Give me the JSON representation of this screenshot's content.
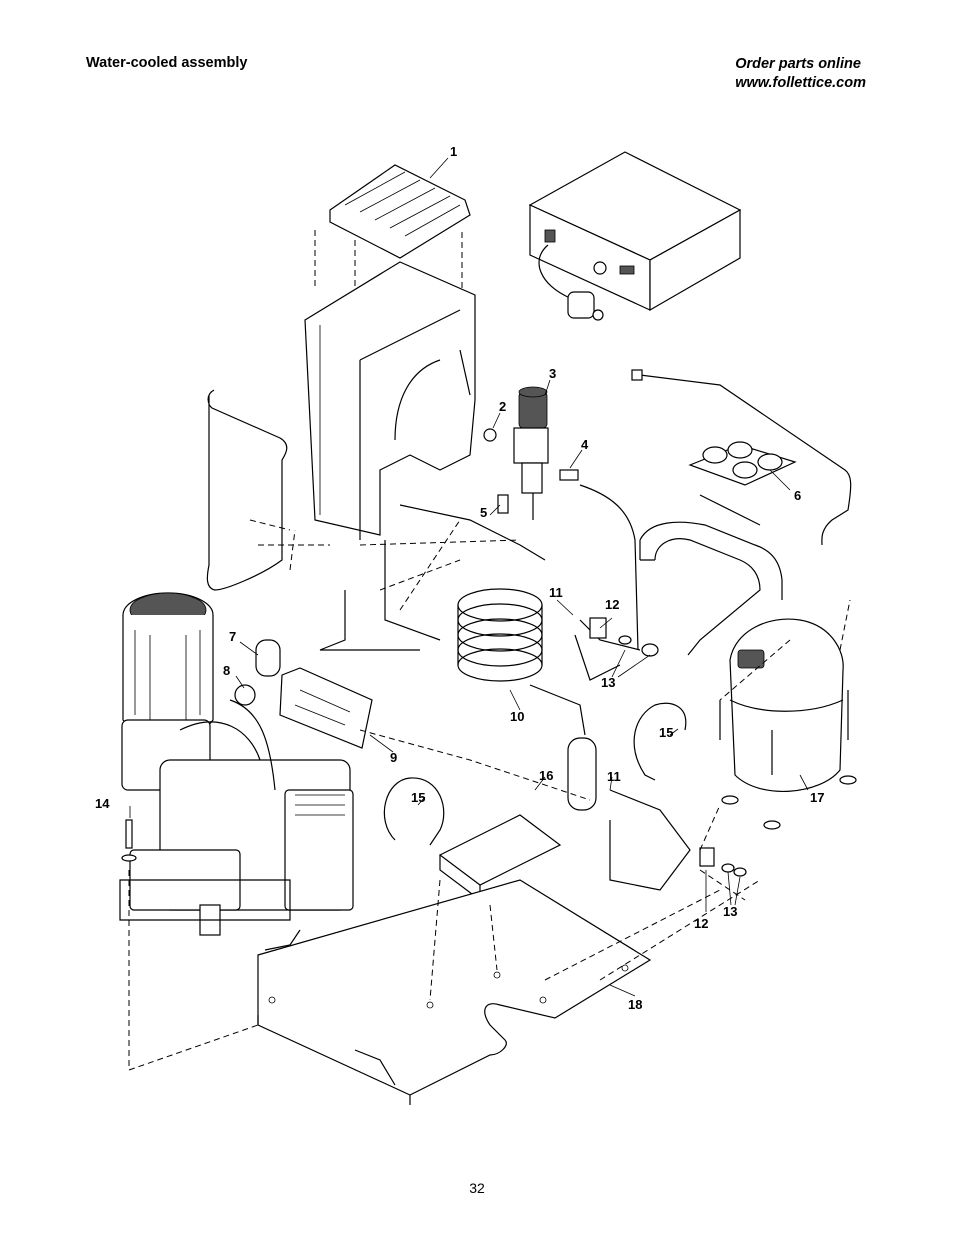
{
  "header": {
    "title": "Water-cooled assembly",
    "order_line1": "Order parts online",
    "order_line2": "www.follettice.com"
  },
  "callouts": [
    {
      "id": "c1",
      "label": "1"
    },
    {
      "id": "c2",
      "label": "2"
    },
    {
      "id": "c3",
      "label": "3"
    },
    {
      "id": "c4",
      "label": "4"
    },
    {
      "id": "c5",
      "label": "5"
    },
    {
      "id": "c6",
      "label": "6"
    },
    {
      "id": "c7",
      "label": "7"
    },
    {
      "id": "c8",
      "label": "8"
    },
    {
      "id": "c9",
      "label": "9"
    },
    {
      "id": "c10",
      "label": "10"
    },
    {
      "id": "c11a",
      "label": "11"
    },
    {
      "id": "c11b",
      "label": "11"
    },
    {
      "id": "c12a",
      "label": "12"
    },
    {
      "id": "c12b",
      "label": "12"
    },
    {
      "id": "c13a",
      "label": "13"
    },
    {
      "id": "c13b",
      "label": "13"
    },
    {
      "id": "c14",
      "label": "14"
    },
    {
      "id": "c15a",
      "label": "15"
    },
    {
      "id": "c15b",
      "label": "15"
    },
    {
      "id": "c16",
      "label": "16"
    },
    {
      "id": "c17",
      "label": "17"
    },
    {
      "id": "c18",
      "label": "18"
    }
  ],
  "footer": {
    "page_number": "32"
  }
}
